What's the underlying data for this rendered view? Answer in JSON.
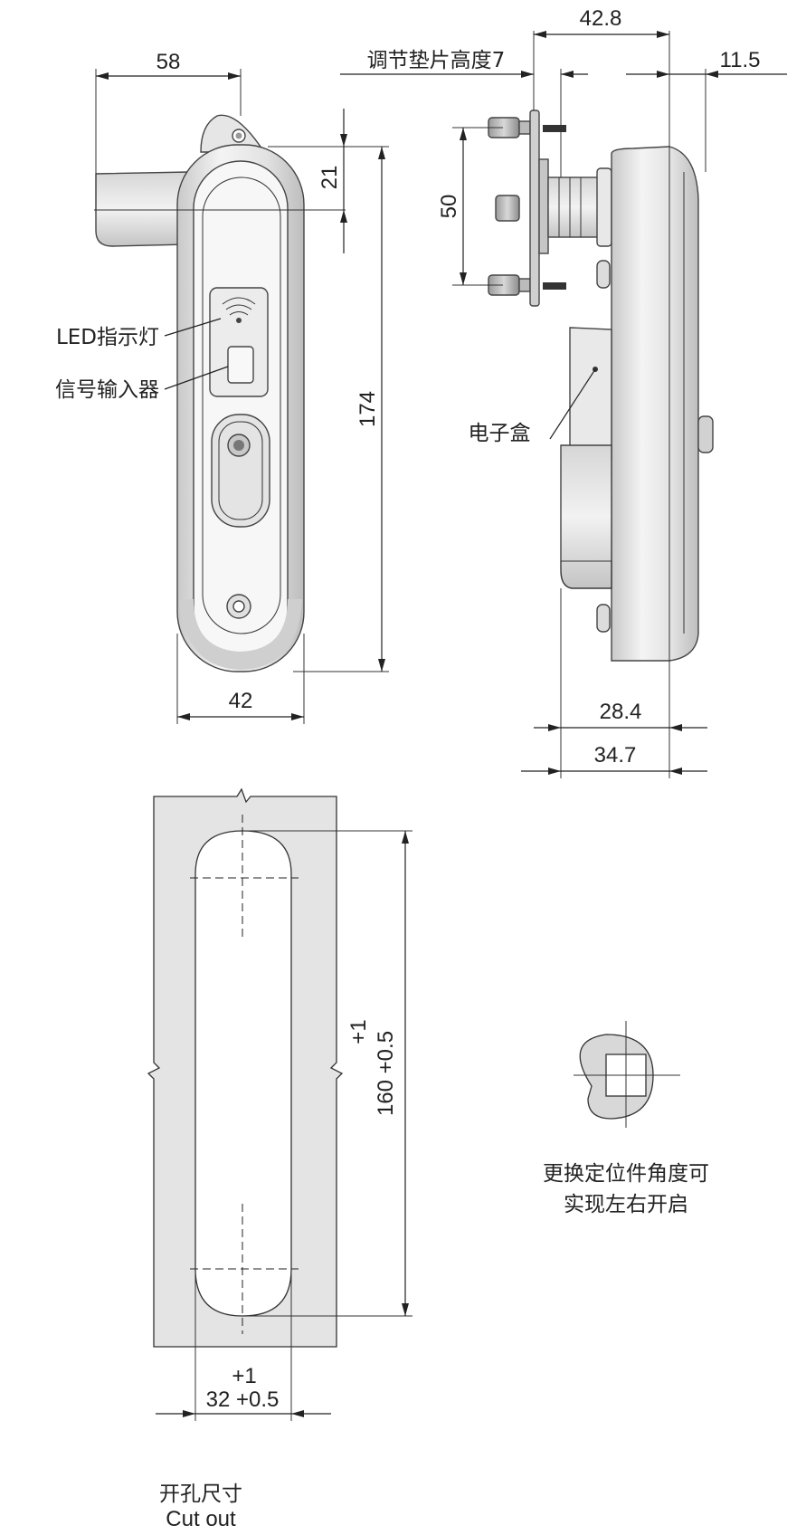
{
  "dimensions": {
    "width_overall": "58",
    "top_offset": "21",
    "height_overall": "174",
    "bottom_width": "42",
    "side_total": "42.8",
    "shim_note": "调节垫片高度7",
    "side_right": "11.5",
    "bolt_spacing": "50",
    "depth_inner": "28.4",
    "depth_outer": "34.7",
    "cutout_height_tol": "+1",
    "cutout_height": "160 +0.5",
    "cutout_width_tol": "+1",
    "cutout_width": "32 +0.5"
  },
  "labels": {
    "led": "LED指示灯",
    "signal": "信号输入器",
    "ebox": "电子盒",
    "cam_note_1": "更换定位件角度可",
    "cam_note_2": "实现左右开启",
    "cutout_cn": "开孔尺寸",
    "cutout_en": "Cut out"
  }
}
